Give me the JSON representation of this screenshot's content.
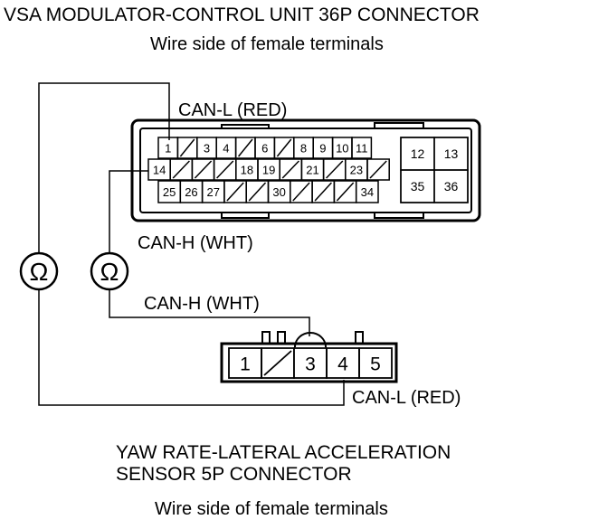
{
  "header": {
    "title": "VSA MODULATOR-CONTROL UNIT 36P CONNECTOR",
    "subtitle": "Wire side of female terminals"
  },
  "connector36": {
    "row1": [
      "1",
      "",
      "3",
      "4",
      "",
      "6",
      "",
      "8",
      "9",
      "10",
      "11"
    ],
    "row2": [
      "14",
      "",
      "",
      "",
      "18",
      "19",
      "",
      "21",
      "",
      "23",
      ""
    ],
    "row3": [
      "25",
      "26",
      "27",
      "",
      "",
      "30",
      "",
      "",
      "",
      "34"
    ],
    "right_pins": [
      "12",
      "13",
      "35",
      "36"
    ]
  },
  "labels": {
    "can_l_top": "CAN-L (RED)",
    "can_h_mid": "CAN-H (WHT)",
    "can_h_low": "CAN-H (WHT)",
    "can_l_bottom": "CAN-L (RED)"
  },
  "meters": {
    "symbol": "Ω",
    "icon": "ohmmeter-icon"
  },
  "connector5": {
    "pins": [
      "1",
      "",
      "3",
      "4",
      "5"
    ]
  },
  "footer": {
    "title_line1": "YAW RATE-LATERAL ACCELERATION",
    "title_line2": "SENSOR 5P CONNECTOR",
    "subtitle": "Wire side of female terminals"
  }
}
